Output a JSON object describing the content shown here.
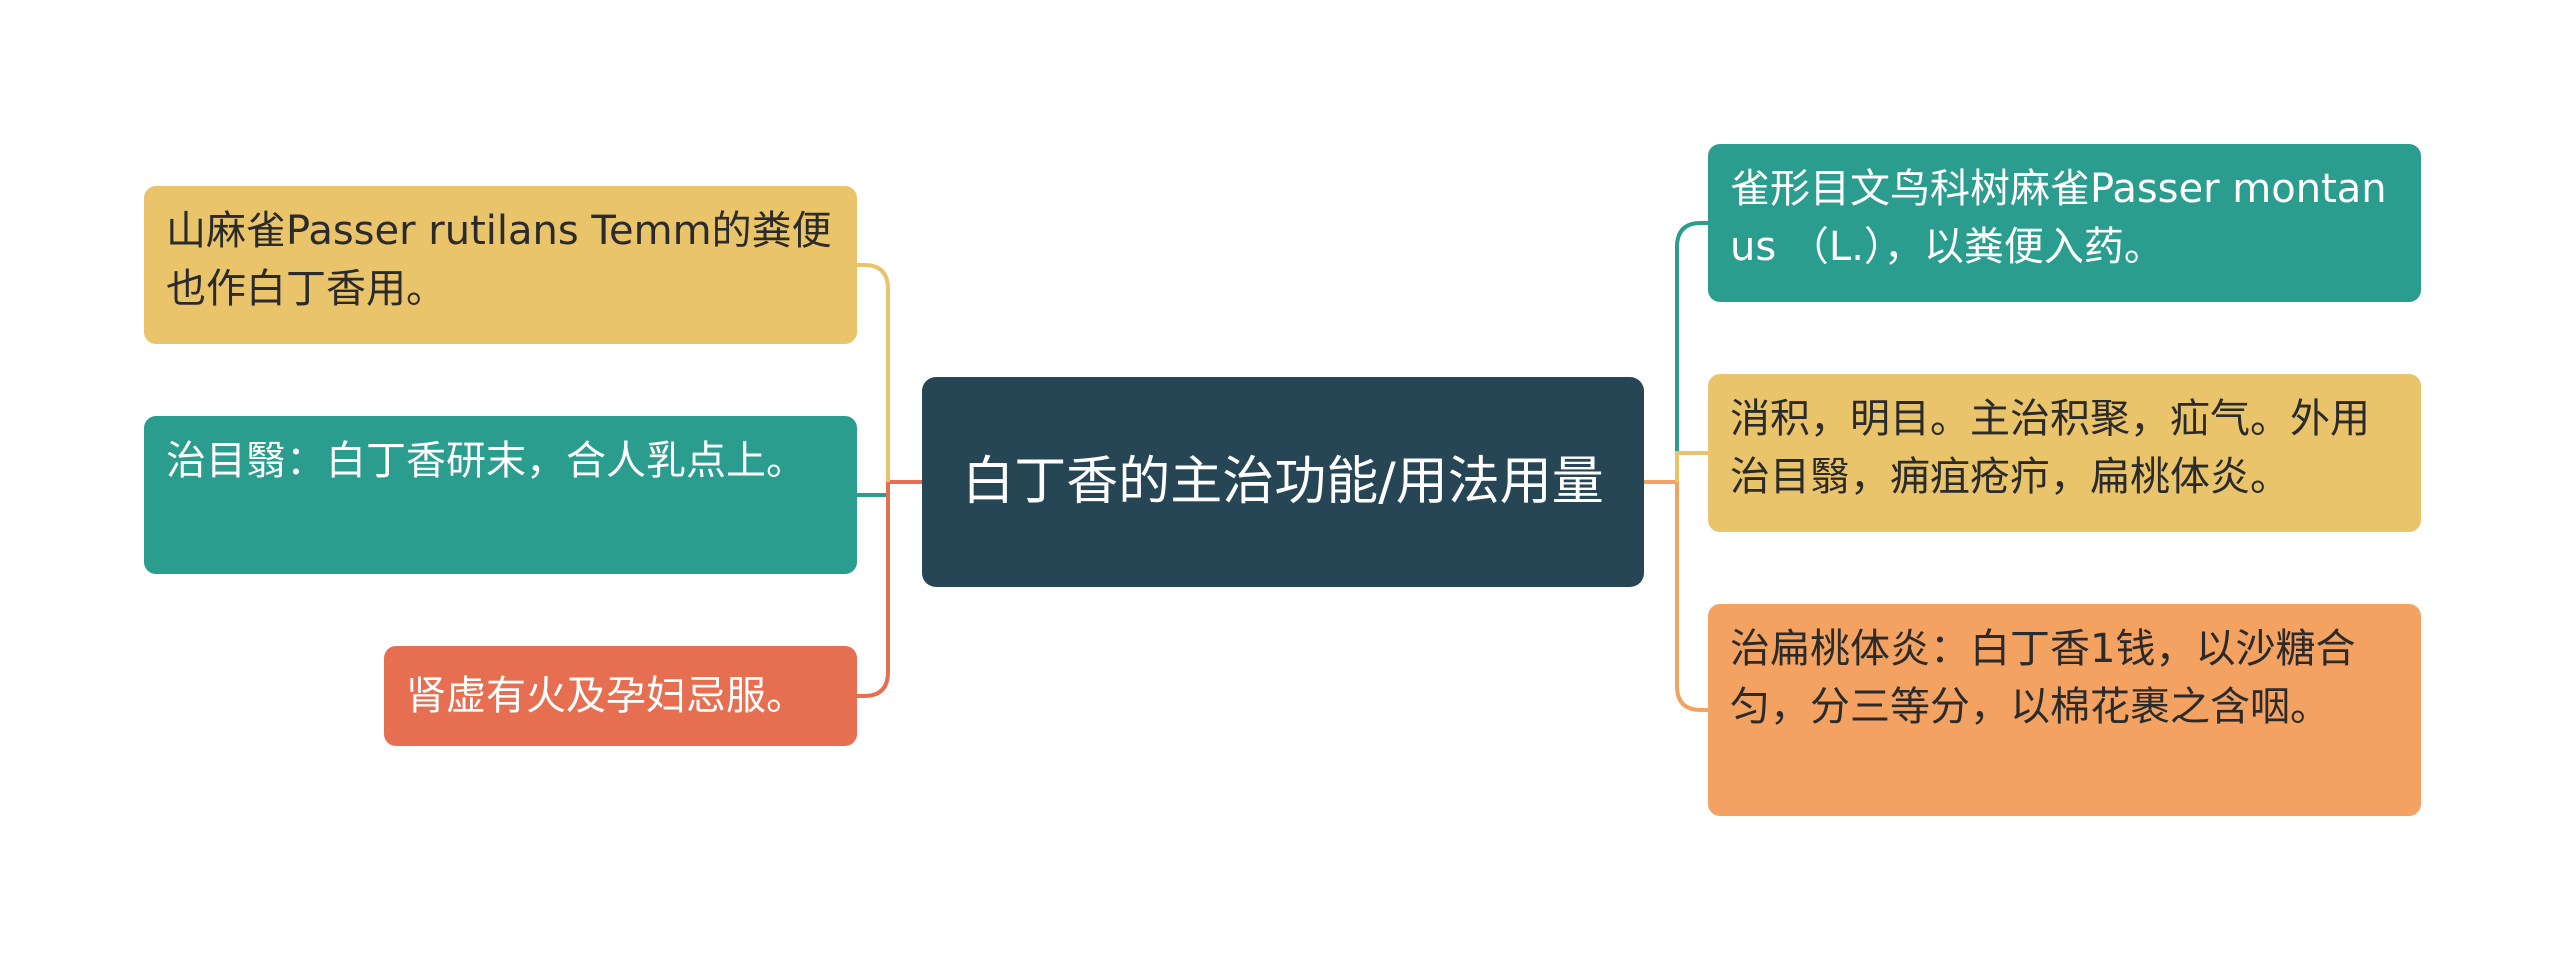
{
  "diagram": {
    "center": {
      "text": "白丁香的主治功能/用法用量",
      "color": "#274655"
    },
    "left": [
      {
        "text": "山麻雀Passer rutilans Temm的粪便也作白丁香用。",
        "color": "#E9C46A",
        "link_color": "#E9C46A"
      },
      {
        "text": "治目翳：白丁香研末，合人乳点上。",
        "color": "#2A9D8F",
        "link_color": "#2A9D8F"
      },
      {
        "text": "肾虚有火及孕妇忌服。",
        "color": "#E76F51",
        "link_color": "#E76F51"
      }
    ],
    "right": [
      {
        "text": "雀形目文鸟科树麻雀Passer montanus （L.），以粪便入药。",
        "color": "#2A9D8F",
        "link_color": "#2A9D8F"
      },
      {
        "text": "消积，明目。主治积聚，疝气。外用治目翳，痈疽疮疖，扁桃体炎。",
        "color": "#E9C46A",
        "link_color": "#E9C46A"
      },
      {
        "text": "治扁桃体炎：白丁香1钱，以沙糖合匀，分三等分，以棉花裹之含咽。",
        "color": "#F4A261",
        "link_color": "#F4A261"
      }
    ],
    "left_trunk_color": "#E76F51",
    "right_trunk_color": "#F4A261"
  }
}
